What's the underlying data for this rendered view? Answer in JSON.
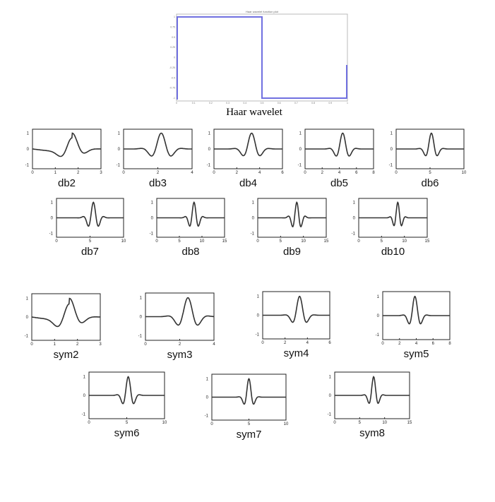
{
  "haar": {
    "label": "Haar wavelet",
    "title": "Haar wavelet function plot",
    "xticks": [
      "0",
      "0.1",
      "0.2",
      "0.3",
      "0.4",
      "0.5",
      "0.6",
      "0.7",
      "0.8",
      "0.9",
      "1"
    ],
    "yticks": [
      "1",
      "0.75",
      "0.5",
      "0.25",
      "0",
      "-0.25",
      "-0.5",
      "-0.75",
      "-1"
    ],
    "line_color": "#7070e0"
  },
  "panels": [
    {
      "name": "db2",
      "xticks": [
        "0",
        "1",
        "2",
        "3"
      ],
      "yticks": [
        "1",
        "0",
        "-1"
      ]
    },
    {
      "name": "db3",
      "xticks": [
        "0",
        "2",
        "4"
      ],
      "yticks": [
        "1",
        "0",
        "-1"
      ]
    },
    {
      "name": "db4",
      "xticks": [
        "0",
        "2",
        "4",
        "6"
      ],
      "yticks": [
        "1",
        "0",
        "-1"
      ]
    },
    {
      "name": "db5",
      "xticks": [
        "0",
        "2",
        "4",
        "6",
        "8"
      ],
      "yticks": [
        "1",
        "0",
        "-1"
      ]
    },
    {
      "name": "db6",
      "xticks": [
        "0",
        "5",
        "10"
      ],
      "yticks": [
        "1",
        "0",
        "-1"
      ]
    },
    {
      "name": "db7",
      "xticks": [
        "0",
        "5",
        "10"
      ],
      "yticks": [
        "1",
        "0",
        "-1"
      ]
    },
    {
      "name": "db8",
      "xticks": [
        "0",
        "5",
        "10",
        "15"
      ],
      "yticks": [
        "1",
        "0",
        "-1"
      ]
    },
    {
      "name": "db9",
      "xticks": [
        "0",
        "5",
        "10",
        "15"
      ],
      "yticks": [
        "1",
        "0",
        "-1"
      ]
    },
    {
      "name": "db10",
      "xticks": [
        "0",
        "5",
        "10",
        "15"
      ],
      "yticks": [
        "1",
        "0",
        "-1"
      ]
    },
    {
      "name": "sym2",
      "xticks": [
        "0",
        "1",
        "2",
        "3"
      ],
      "yticks": [
        "1",
        "0",
        "-1"
      ]
    },
    {
      "name": "sym3",
      "xticks": [
        "0",
        "2",
        "4"
      ],
      "yticks": [
        "1",
        "0",
        "-1"
      ]
    },
    {
      "name": "sym4",
      "xticks": [
        "0",
        "2",
        "4",
        "6"
      ],
      "yticks": [
        "1",
        "0",
        "-1"
      ]
    },
    {
      "name": "sym5",
      "xticks": [
        "0",
        "2",
        "4",
        "6",
        "8"
      ],
      "yticks": [
        "1",
        "0",
        "-1"
      ]
    },
    {
      "name": "sym6",
      "xticks": [
        "0",
        "5",
        "10"
      ],
      "yticks": [
        "1",
        "0",
        "-1"
      ]
    },
    {
      "name": "sym7",
      "xticks": [
        "0",
        "5",
        "10"
      ],
      "yticks": [
        "1",
        "0",
        "-1"
      ]
    },
    {
      "name": "sym8",
      "xticks": [
        "0",
        "5",
        "10",
        "15"
      ],
      "yticks": [
        "1",
        "0",
        "-1"
      ]
    }
  ]
}
